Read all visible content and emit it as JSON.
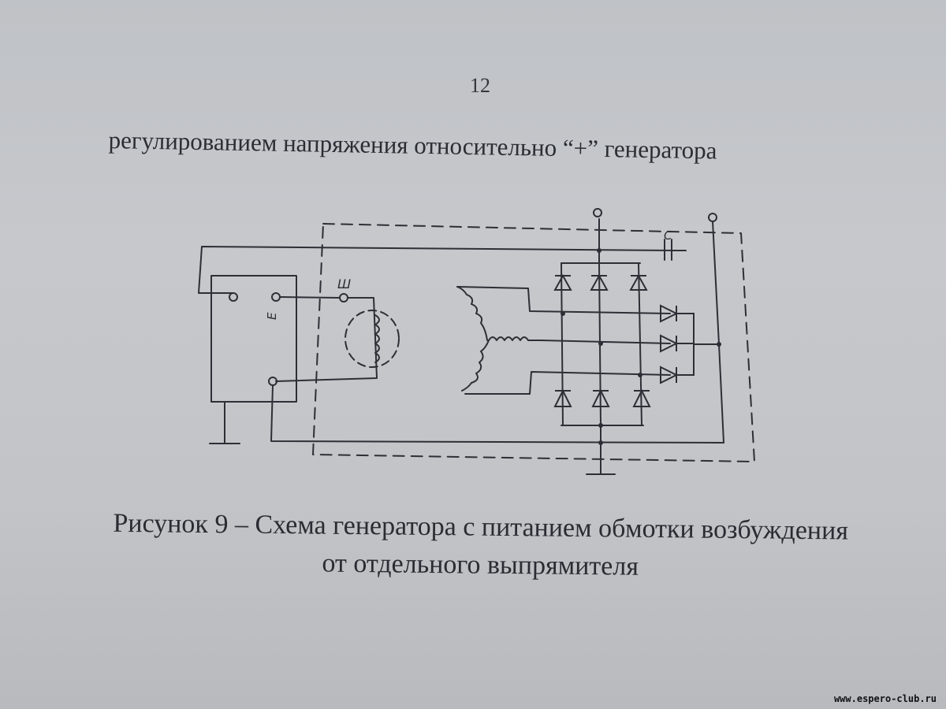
{
  "page": {
    "number": "12",
    "heading": "регулированием напряжения относительно “+” генератора"
  },
  "figure": {
    "label_sh": "Ш",
    "label_e": "Е",
    "label_c": "С"
  },
  "caption": {
    "line1": "Рисунок 9 – Схема генератора с питанием обмотки возбуждения",
    "line2": "от отдельного выпрямителя"
  },
  "watermark": "www.espero-club.ru"
}
